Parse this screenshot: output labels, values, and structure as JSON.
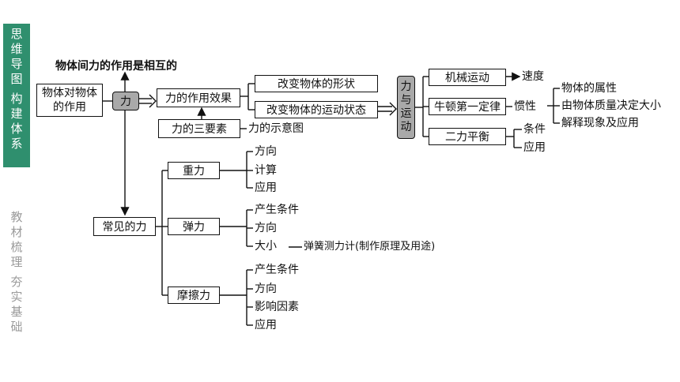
{
  "sidebar": {
    "active_chars": [
      "思",
      "维",
      "导",
      "图",
      " ",
      "构",
      "建",
      "体",
      "系"
    ],
    "inactive_chars": [
      "教",
      "材",
      "梳",
      "理",
      " ",
      "夯",
      "实",
      "基",
      "础"
    ]
  },
  "diagram": {
    "top_note": "物体间力的作用是相互的",
    "interaction_box": "物体对物体的作用",
    "force": "力",
    "effect_box": "力的作用效果",
    "change_shape": "改变物体的形状",
    "change_motion": "改变物体的运动状态",
    "three_elements": "力的三要素",
    "schematic": "力的示意图",
    "force_and_motion": "力与运动",
    "mechanical_motion": "机械运动",
    "speed": "速度",
    "newton_first_law": "牛顿第一定律",
    "inertia": "惯性",
    "inertia_props": [
      "物体的属性",
      "由物体质量决定大小",
      "解释现象及应用"
    ],
    "two_force_balance": "二力平衡",
    "balance_items": [
      "条件",
      "应用"
    ],
    "common_forces": "常见的力",
    "gravity": "重力",
    "gravity_items": [
      "方向",
      "计算",
      "应用"
    ],
    "elastic": "弹力",
    "elastic_items": [
      "产生条件",
      "方向",
      "大小"
    ],
    "spring_scale": "弹簧测力计(制作原理及用途)",
    "friction": "摩擦力",
    "friction_items": [
      "产生条件",
      "方向",
      "影响因素",
      "应用"
    ]
  }
}
